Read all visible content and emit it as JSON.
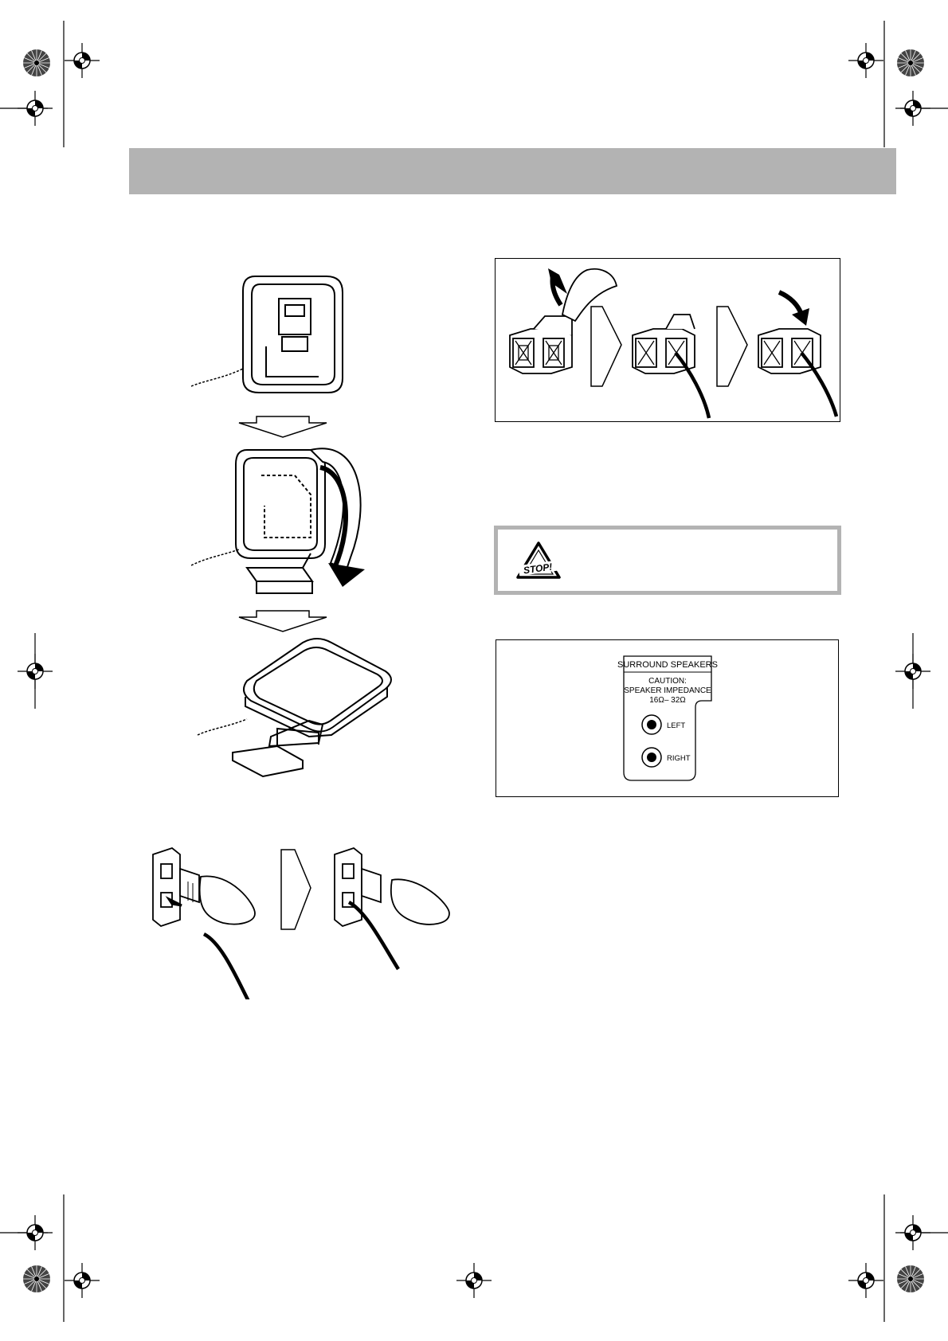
{
  "caution_icon": {
    "label": "STOP!"
  },
  "surround_panel": {
    "title": "SURROUND SPEAKERS",
    "caution_line1": "CAUTION:",
    "caution_line2": "SPEAKER IMPEDANCE",
    "caution_line3": "16Ω– 32Ω",
    "left_label": "LEFT",
    "right_label": "RIGHT"
  },
  "icons": [
    "registration-mark-icon",
    "color-wheel-icon",
    "stop-warning-icon",
    "arrow-icon"
  ],
  "colors": {
    "header_band": "#b3b3b3",
    "stop_frame": "#b3b3b3",
    "ink": "#000000"
  }
}
